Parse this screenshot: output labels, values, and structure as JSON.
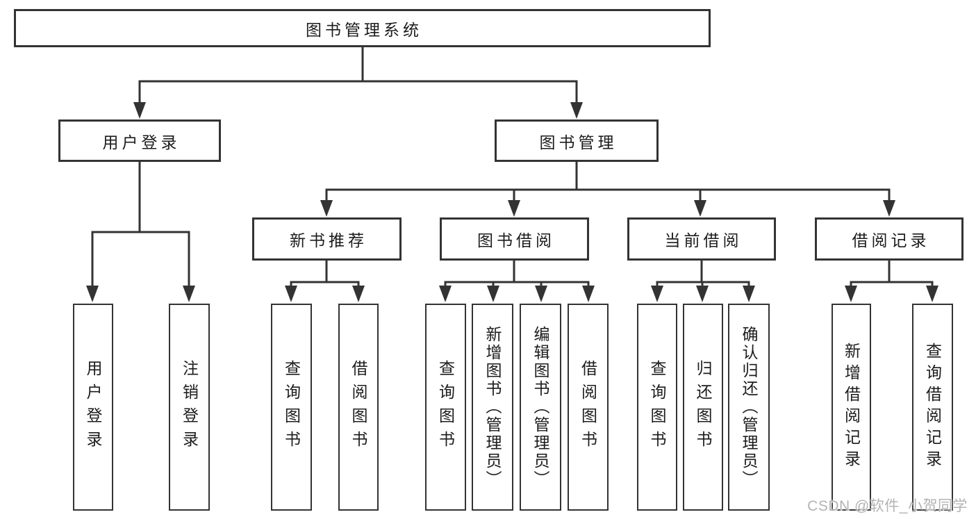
{
  "tree": {
    "label": "图书管理系统",
    "children": [
      {
        "label": "用户登录",
        "children": [
          {
            "label": "用户登录"
          },
          {
            "label": "注销登录"
          }
        ]
      },
      {
        "label": "图书管理",
        "children": [
          {
            "label": "新书推荐",
            "children": [
              {
                "label": "查询图书"
              },
              {
                "label": "借阅图书"
              }
            ]
          },
          {
            "label": "图书借阅",
            "children": [
              {
                "label": "查询图书"
              },
              {
                "label": "新增图书（管理员）"
              },
              {
                "label": "编辑图书（管理员）"
              },
              {
                "label": "借阅图书"
              }
            ]
          },
          {
            "label": "当前借阅",
            "children": [
              {
                "label": "查询图书"
              },
              {
                "label": "归还图书"
              },
              {
                "label": "确认归还（管理员）"
              }
            ]
          },
          {
            "label": "借阅记录",
            "children": [
              {
                "label": "新增借阅记录"
              },
              {
                "label": "查询借阅记录"
              }
            ]
          }
        ]
      }
    ]
  },
  "watermark": "CSDN @软件_小贺同学",
  "colors": {
    "line": "#333333",
    "box_border": "#333333",
    "text": "#1c1c1c",
    "watermark": "#b3b3b3",
    "background": "#ffffff"
  }
}
